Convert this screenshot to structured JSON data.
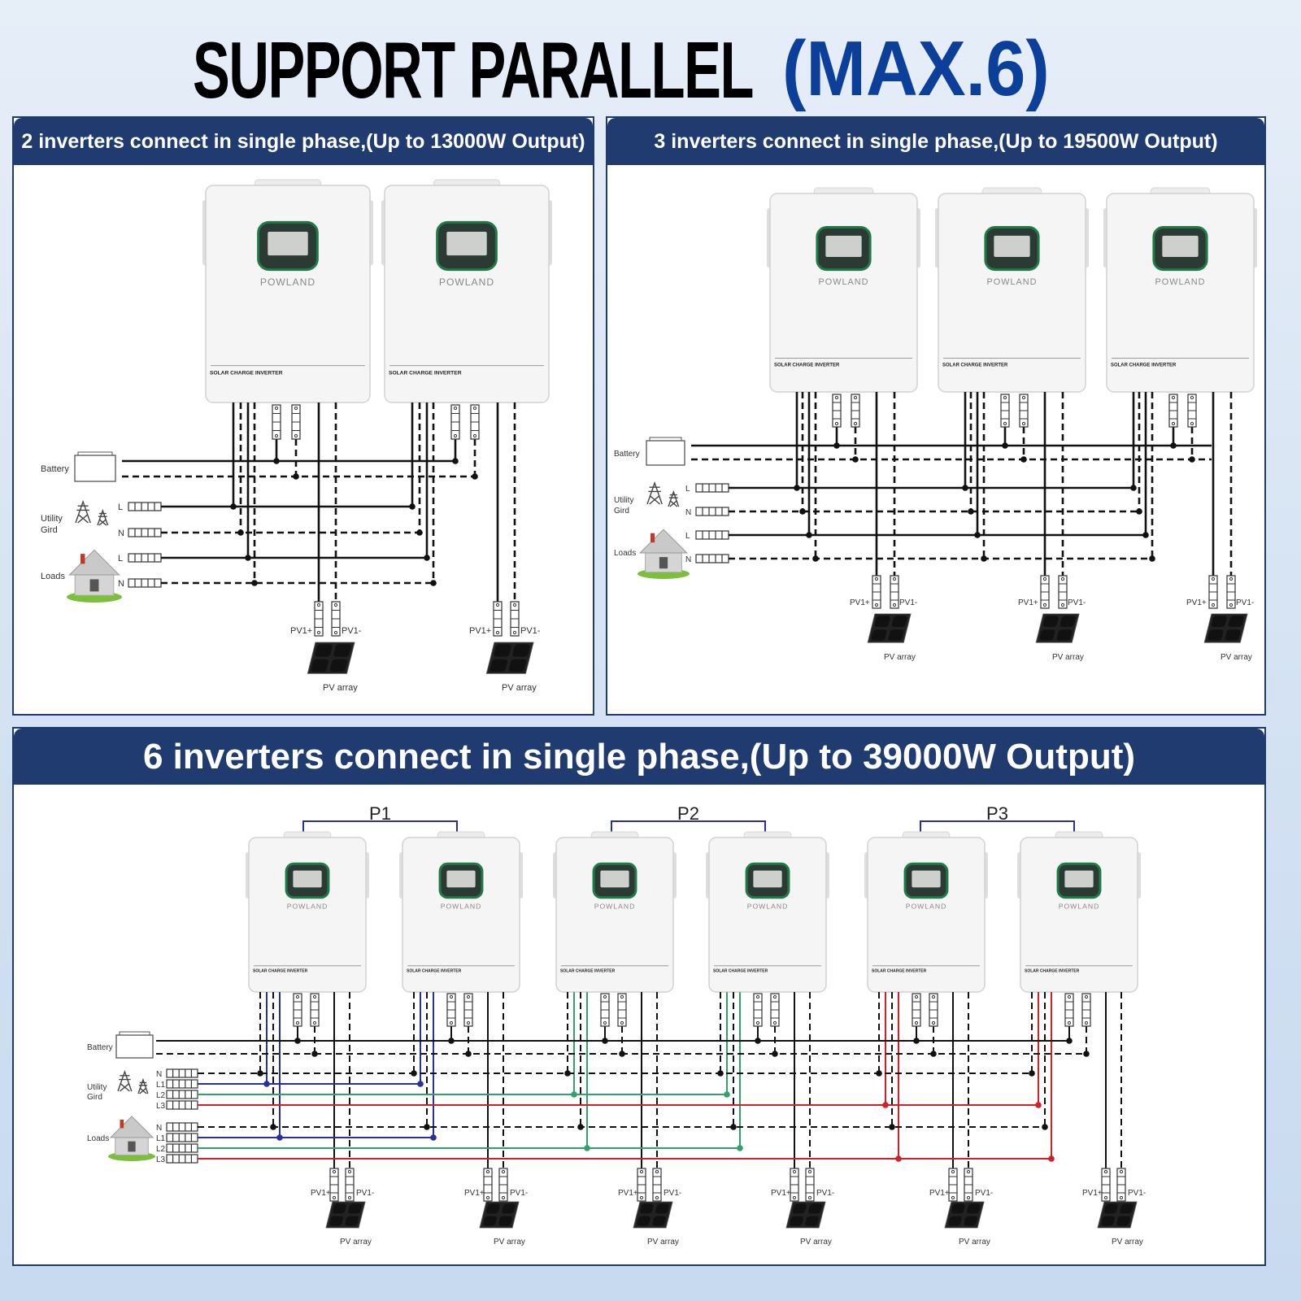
{
  "title": {
    "main": "SUPPORT PARALLEL",
    "accent": "(MAX.6)"
  },
  "panels": {
    "two": {
      "header": "2 inverters connect in single phase,(Up to 13000W Output)"
    },
    "three": {
      "header": "3 inverters connect in single phase,(Up to 19500W Output)"
    },
    "six": {
      "header": "6 inverters connect in single phase,(Up to 39000W Output)"
    }
  },
  "labels": {
    "battery": "Battery",
    "utility": "Utility",
    "grid": "Gird",
    "loads": "Loads",
    "L": "L",
    "N": "N",
    "L1": "L1",
    "L2": "L2",
    "L3": "L3",
    "pv_plus": "PV1+",
    "pv_minus": "PV1-",
    "pv_array": "PV array",
    "brand": "POWLAND",
    "model": "SOLAR CHARGE INVERTER",
    "groups": [
      "P1",
      "P2",
      "P3"
    ]
  },
  "colors": {
    "accent": "#0b3f9a",
    "header": "#1f3b6f",
    "L1": "#2b2f9a",
    "L2": "#2fa36b",
    "L3": "#d0202a"
  }
}
